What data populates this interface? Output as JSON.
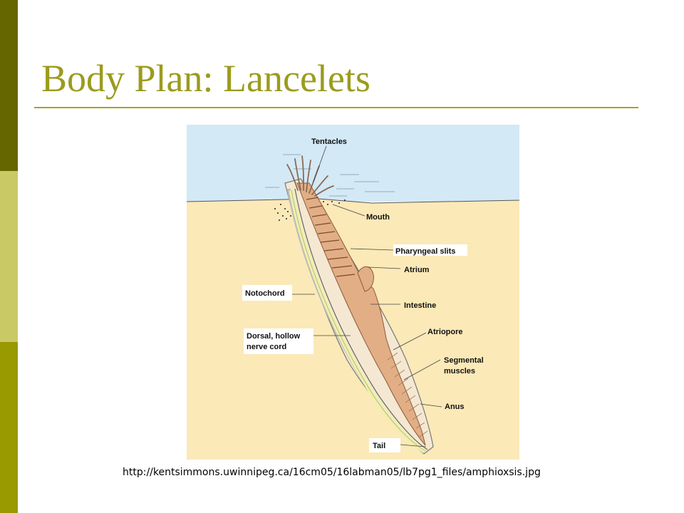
{
  "slide": {
    "title": "Body Plan: Lancelets",
    "source_url": "http://kentsimmons.uwinnipeg.ca/16cm05/16labman05/lb7pg1_files/amphioxsis.jpg"
  },
  "colors": {
    "sidebar_dark": "#666600",
    "sidebar_light": "#c9c966",
    "sidebar_mid": "#999900",
    "title": "#9b9b1e",
    "rule": "#a3a32a",
    "water": "#d3e9f6",
    "sand": "#fbe9b8",
    "body": "#e2ae85",
    "notochord": "#f0f0a8"
  },
  "diagram": {
    "labels": {
      "tentacles": "Tentacles",
      "mouth": "Mouth",
      "pharyngeal_slits": "Pharyngeal slits",
      "atrium": "Atrium",
      "notochord": "Notochord",
      "intestine": "Intestine",
      "dorsal_nerve_line1": "Dorsal, hollow",
      "dorsal_nerve_line2": "nerve cord",
      "atriopore": "Atriopore",
      "segmental_line1": "Segmental",
      "segmental_line2": "muscles",
      "anus": "Anus",
      "tail": "Tail"
    }
  }
}
